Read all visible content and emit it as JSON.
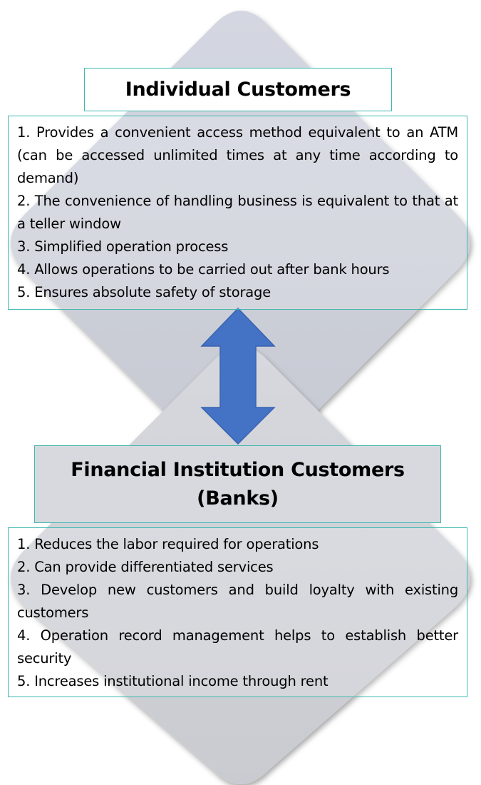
{
  "individual": {
    "title": "Individual Customers",
    "items": [
      "1. Provides a convenient access method equivalent to an ATM (can be accessed unlimited times at any time according to demand)",
      "2. The convenience of handling business is equivalent to that at a teller window",
      "3. Simplified operation process",
      "4. Allows operations to be carried out after bank hours",
      "5. Ensures absolute safety of storage"
    ]
  },
  "financial": {
    "title": "Financial Institution Customers (Banks)",
    "items": [
      "1. Reduces the labor required for operations",
      "2. Can provide differentiated services",
      "3. Develop new customers and build loyalty with existing customers",
      "4. Operation record management helps to establish better security",
      "5. Increases institutional income through rent"
    ]
  },
  "colors": {
    "border": "#3fb8b0",
    "arrow": "#4472c4",
    "diamond": "#d0d3dc"
  }
}
